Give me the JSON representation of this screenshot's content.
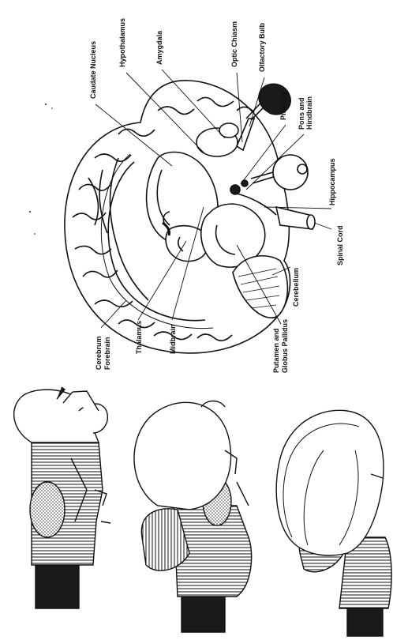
{
  "labels": {
    "caudate_nucleus": "Caudate Nucleus",
    "hypothalamus": "Hypothalamus",
    "amygdala": "Amygdala",
    "optic_chiasm": "Optic Chiasm",
    "olfactory_bulb": "Olfactory Bulb",
    "pituitary": "Pituitary",
    "pons_and_hindbrain_1": "Pons and",
    "pons_and_hindbrain_2": "Hindbrain",
    "hippocampus": "Hippocampus",
    "spinal_cord": "Spinal Cord",
    "cerebellum": "Cerebellum",
    "putamen_1": "Putamen and",
    "putamen_2": "Globus Pallidus",
    "midbrain": "Midbrain",
    "thalamus": "Thalamus",
    "cerebrum_1": "Cerebrum",
    "cerebrum_2": "Forebrain"
  },
  "colors": {
    "ink": "#111111",
    "paper": "#ffffff",
    "dark_region": "#1a1a1a"
  }
}
